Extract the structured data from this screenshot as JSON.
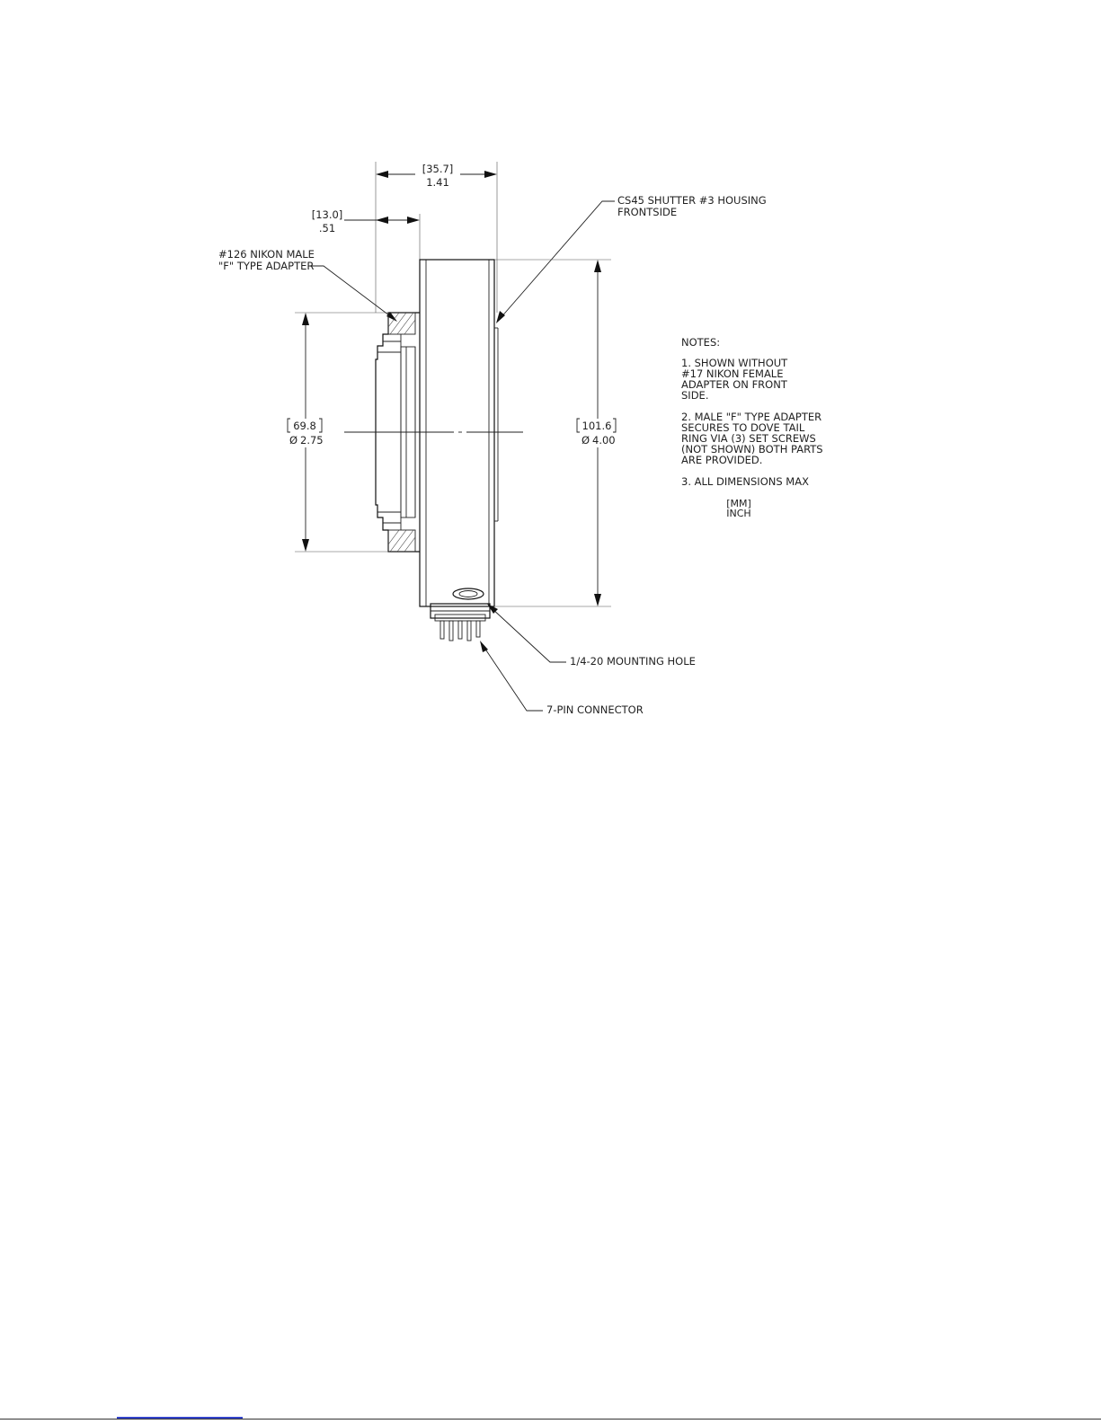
{
  "drawing": {
    "dim_top_mm": "[35.7]",
    "dim_top_in": "1.41",
    "dim_adapter_mm": "[13.0]",
    "dim_adapter_in": ".51",
    "dim_left_mm": "69.8",
    "dim_left_in": "2.75",
    "dim_right_mm": "101.6",
    "dim_right_in": "4.00",
    "diameter_symbol": "Ø",
    "callouts": {
      "housing_line1": "CS45 SHUTTER #3 HOUSING",
      "housing_line2": "FRONTSIDE",
      "adapter_line1": "#126 NIKON MALE",
      "adapter_line2": "\"F\" TYPE ADAPTER",
      "mounting_hole": "1/4-20 MOUNTING HOLE",
      "connector": "7-PIN CONNECTOR"
    }
  },
  "notes": {
    "heading": "NOTES:",
    "note1": [
      "1.  SHOWN WITHOUT",
      "#17 NIKON FEMALE",
      "ADAPTER ON FRONT",
      "SIDE."
    ],
    "note2": [
      "2.  MALE \"F\" TYPE ADAPTER",
      " SECURES TO DOVE TAIL",
      "RING VIA (3) SET SCREWS",
      "(NOT SHOWN) BOTH PARTS",
      "ARE PROVIDED."
    ],
    "note3": "3.  ALL DIMENSIONS MAX",
    "legend_mm": "[MM]",
    "legend_inch": "INCH"
  },
  "colors": {
    "line": "#111111",
    "text": "#222222",
    "link": "#3344cc"
  }
}
